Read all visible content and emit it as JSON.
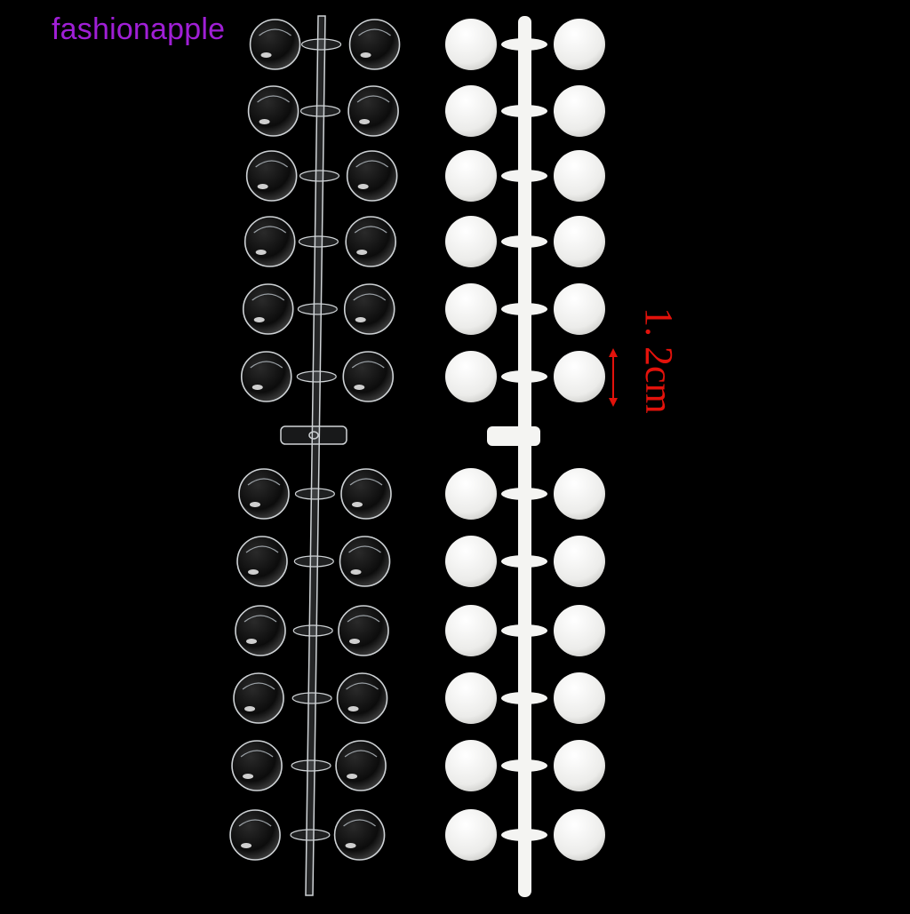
{
  "watermark": {
    "text": "fashionapple",
    "color": "#a01fd6"
  },
  "measurement": {
    "label": "1. 2cm",
    "color": "#e3120b"
  },
  "strips": [
    {
      "name": "clear-strip",
      "material": "transparent",
      "row_count": 12,
      "tips_per_row": 2
    },
    {
      "name": "white-strip",
      "material": "white",
      "row_count": 12,
      "tips_per_row": 2
    }
  ],
  "colors": {
    "background": "#000000",
    "clear_edge": "#cfd3d6",
    "white_tip": "#f4f4f2"
  }
}
